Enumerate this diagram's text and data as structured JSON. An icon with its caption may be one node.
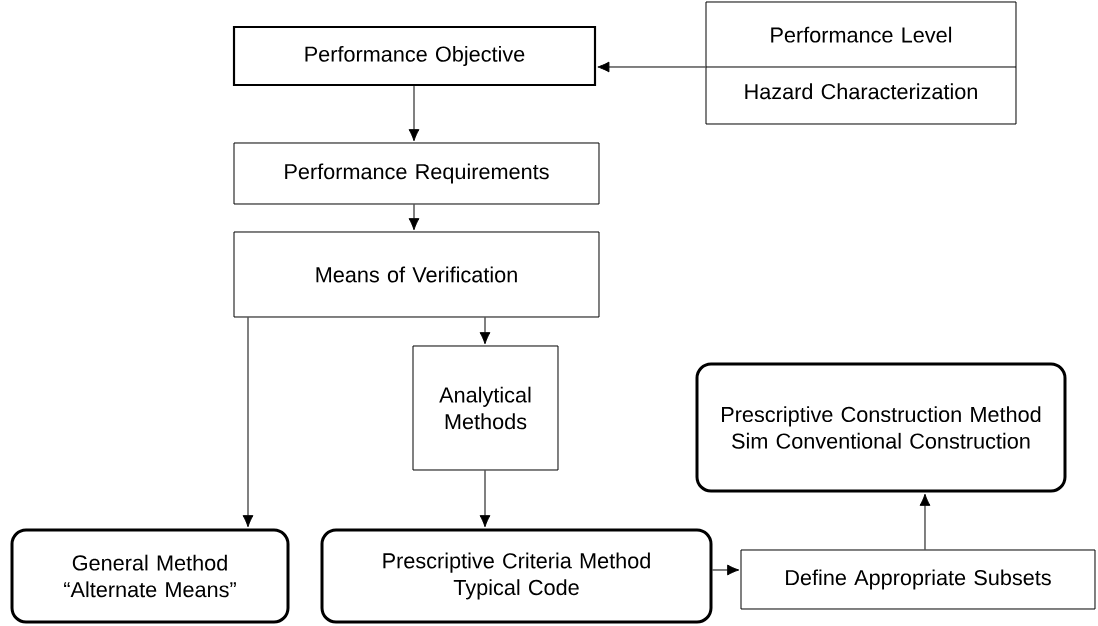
{
  "diagram": {
    "nodes": [
      {
        "text": [
          "Performance Objective"
        ]
      },
      {
        "text": [
          "Performance Level",
          "Hazard Characterization"
        ]
      },
      {
        "text": [
          "Performance Requirements"
        ]
      },
      {
        "text": [
          "Means of Verification"
        ]
      },
      {
        "text": [
          "Analytical Methods"
        ]
      },
      {
        "text": [
          "General Method",
          "“Alternate Means”"
        ]
      },
      {
        "text": [
          "Prescriptive Criteria Method",
          "Typical Code"
        ]
      },
      {
        "text": [
          "Define Appropriate Subsets"
        ]
      },
      {
        "text": [
          "Prescriptive Construction Method",
          "Sim Conventional Construction"
        ]
      }
    ],
    "edges": [
      {
        "from": 1,
        "to": 0,
        "arrow": "to"
      },
      {
        "from": 0,
        "to": 2,
        "arrow": "to"
      },
      {
        "from": 2,
        "to": 3,
        "arrow": "to"
      },
      {
        "from": 3,
        "to": 5,
        "arrow": "to"
      },
      {
        "from": 3,
        "to": 4,
        "arrow": "to"
      },
      {
        "from": 4,
        "to": 6,
        "arrow": "to"
      },
      {
        "from": 6,
        "to": 7,
        "arrow": "to"
      },
      {
        "from": 7,
        "to": 8,
        "arrow": "to"
      }
    ]
  }
}
